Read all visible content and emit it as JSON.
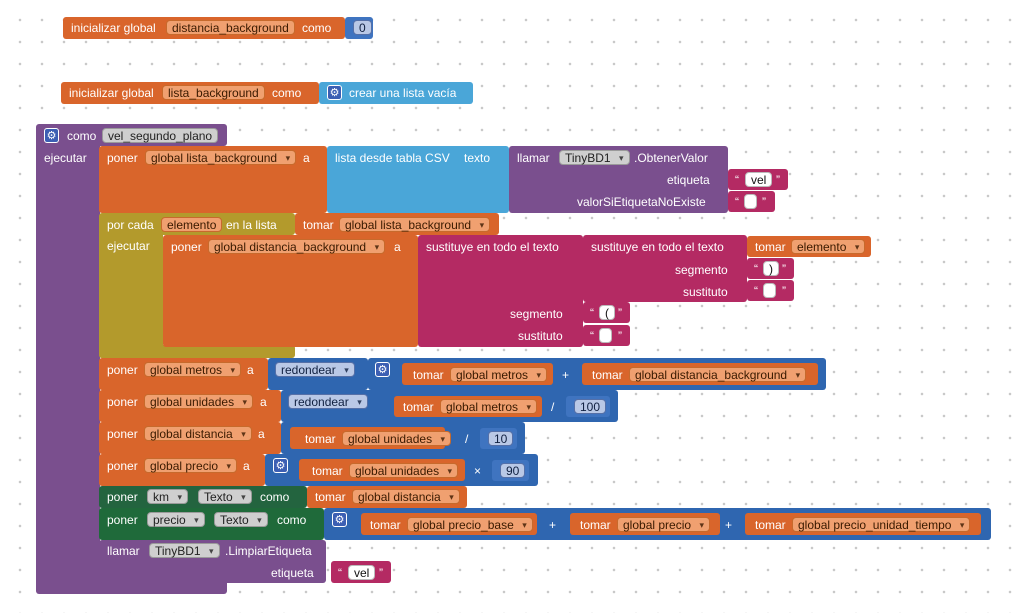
{
  "init1": {
    "keyword": "inicializar global",
    "name": "distancia_background",
    "como": "como",
    "value": "0"
  },
  "init2": {
    "keyword": "inicializar global",
    "name": "lista_background",
    "como": "como",
    "list": "crear una lista vacía"
  },
  "proc": {
    "como": "como",
    "name": "vel_segundo_plano",
    "ejecutar": "ejecutar"
  },
  "row1": {
    "poner": "poner",
    "var": "global lista_background",
    "a": "a",
    "csv": "lista desde tabla CSV",
    "texto": "texto",
    "llamar": "llamar",
    "component": "TinyBD1",
    "method": ".ObtenerValor",
    "etiqueta": "etiqueta",
    "etiqueta_val": "vel",
    "valor": "valorSiEtiquetaNoExiste",
    "valor_val": ""
  },
  "foreach": {
    "por_cada": "por cada",
    "item": "elemento",
    "en_lista": "en la lista",
    "tomar": "tomar",
    "list_var": "global lista_background",
    "ejecutar": "ejecutar",
    "poner": "poner",
    "var": "global distancia_background",
    "a": "a",
    "sustituye": "sustituye en todo el texto",
    "tomar2": "tomar",
    "item2": "elemento",
    "segmento": "segmento",
    "seg_inner": ")",
    "sustituto": "sustituto",
    "sub_inner": "",
    "seg_outer": "(",
    "sub_outer": ""
  },
  "metros": {
    "poner": "poner",
    "var": "global metros",
    "a": "a",
    "round": "redondear",
    "tomar": "tomar",
    "v1": "global metros",
    "op": "+",
    "v2": "global distancia_background"
  },
  "unidades": {
    "poner": "poner",
    "var": "global unidades",
    "a": "a",
    "round": "redondear",
    "tomar": "tomar",
    "v1": "global metros",
    "op": "/",
    "num": "100"
  },
  "distancia": {
    "poner": "poner",
    "var": "global distancia",
    "a": "a",
    "tomar": "tomar",
    "v1": "global unidades",
    "op": "/",
    "num": "10"
  },
  "precio": {
    "poner": "poner",
    "var": "global precio",
    "a": "a",
    "tomar": "tomar",
    "v1": "global unidades",
    "op": "×",
    "num": "90"
  },
  "km": {
    "poner": "poner",
    "comp": "km",
    "prop": "Texto",
    "como": "como",
    "tomar": "tomar",
    "v1": "global distancia"
  },
  "preciotxt": {
    "poner": "poner",
    "comp": "precio",
    "prop": "Texto",
    "como": "como",
    "tomar": "tomar",
    "v1": "global precio_base",
    "op1": "+",
    "v2": "global precio",
    "op2": "+",
    "v3": "global precio_unidad_tiempo"
  },
  "clear": {
    "llamar": "llamar",
    "component": "TinyBD1",
    "method": ".LimpiarEtiqueta",
    "etiqueta": "etiqueta",
    "etiqueta_val": "vel"
  },
  "quote_open": "“",
  "quote_close": "”",
  "icons": {
    "gear": "gear-icon",
    "dropdown": "chevron-down-icon"
  }
}
